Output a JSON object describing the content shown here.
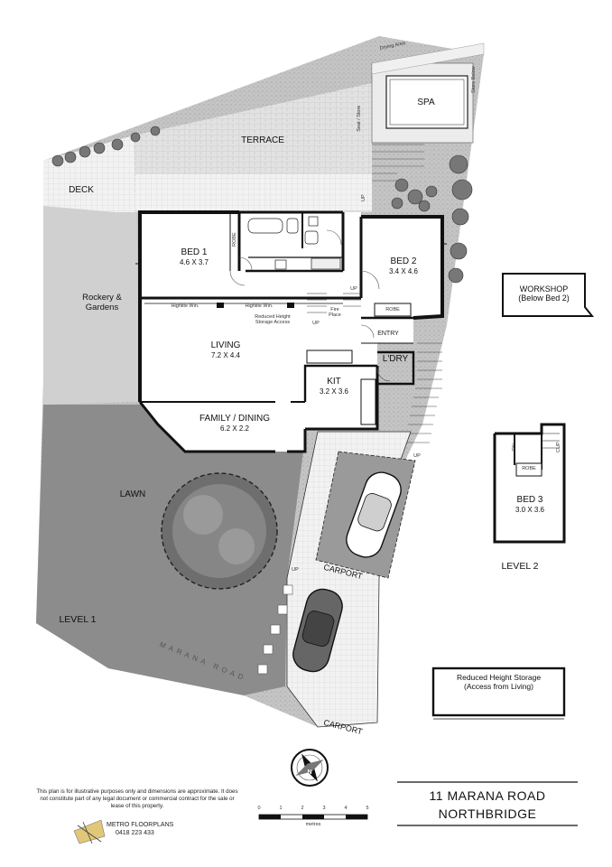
{
  "rooms": {
    "bed1": {
      "name": "BED 1",
      "size": "4.6 X 3.7"
    },
    "bed2": {
      "name": "BED 2",
      "size": "3.4 X 4.6"
    },
    "bed3": {
      "name": "BED 3",
      "size": "3.0 X 3.6"
    },
    "living": {
      "name": "LIVING",
      "size": "7.2 X 4.4"
    },
    "kit": {
      "name": "KIT",
      "size": "3.2 X 3.6"
    },
    "family": {
      "name": "FAMILY / DINING",
      "size": "6.2 X 2.2"
    },
    "ldry": "L'DRY",
    "entry": "ENTRY",
    "workshop": "WORKSHOP\n(Below Bed 2)"
  },
  "outdoor": {
    "terrace": "TERRACE",
    "spa": "SPA",
    "deck": "DECK",
    "lawn": "LAWN",
    "rockery": "Rockery &\nGardens",
    "carport_upper": "CARPORT",
    "carport_lower": "CARPORT",
    "road": "MARANA ROAD",
    "drying_area": "Drying Area",
    "store_below": "Store Below",
    "seat_store": "Seat / Store"
  },
  "fixtures": {
    "robe": "ROBE",
    "up": "UP",
    "dn": "DN",
    "cup": "CUP",
    "highlite": "Highlite Win.",
    "fire": "Fire Place",
    "reduced_access": "Reduced Height\nStorage Access"
  },
  "levels": {
    "level1": "LEVEL 1",
    "level2": "LEVEL 2"
  },
  "storage_box": "Reduced Height Storage\n(Access from Living)",
  "address": {
    "line1": "11 MARANA ROAD",
    "line2": "NORTHBRIDGE"
  },
  "disclaimer": "This plan is for illustrative purposes only and dimensions are approximate. It does not constitute part of any legal document or commercial contract for the sale or lease of this property.",
  "brand": {
    "name": "METRO FLOORPLANS",
    "phone": "0418 223 433"
  },
  "scale": {
    "ticks": [
      "0",
      "1",
      "2",
      "3",
      "4",
      "5"
    ],
    "unit": "metres"
  },
  "compass": {
    "north": "N"
  },
  "colors": {
    "wall": "#111111",
    "lawn": "#8a8a8a",
    "garden": "#bdbdbd",
    "terrace": "#d9d9d9",
    "car_bay": "#9a9a9a"
  }
}
